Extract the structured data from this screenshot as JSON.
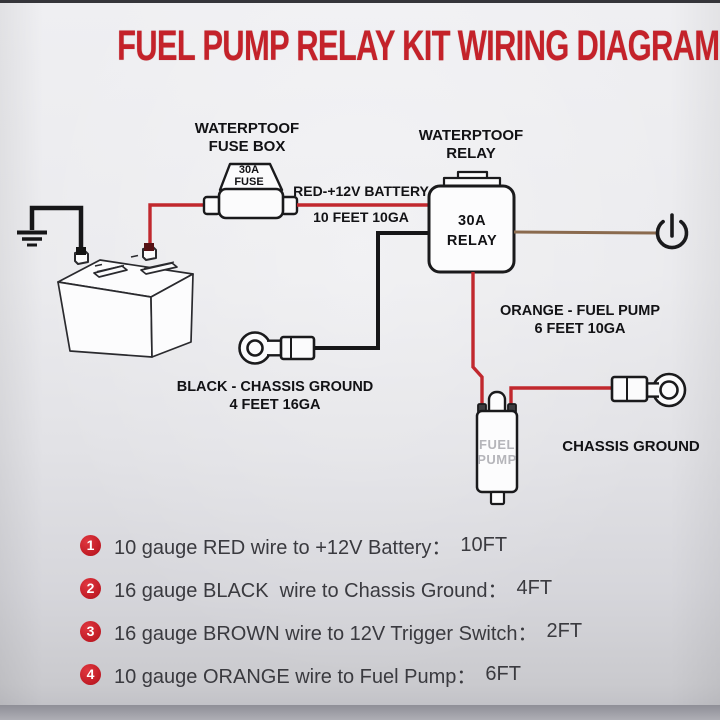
{
  "title": "FUEL PUMP RELAY KIT WIRING DIAGRAM",
  "colors": {
    "title_red": "#c4222a",
    "wire_red": "#c1282e",
    "wire_black": "#161618",
    "wire_brown": "#8a6a4e",
    "badge_red": "#c01b25"
  },
  "icons": {
    "ground": "⏚",
    "power_switch": "⏻",
    "ring_terminal": "◎"
  },
  "diagram": {
    "fuse_box_label_line1": "WATERPTOOF",
    "fuse_box_label_line2": "FUSE BOX",
    "fuse_text_line1": "30A",
    "fuse_text_line2": "FUSE",
    "battery_wire_label": "RED-+12V BATTERY",
    "battery_wire_length": "10 FEET 10GA",
    "relay_label_line1": "WATERPTOOF",
    "relay_label_line2": "RELAY",
    "relay_text_line1": "30A",
    "relay_text_line2": "RELAY",
    "pump_wire_label": "ORANGE - FUEL PUMP",
    "pump_wire_length": "6 FEET 10GA",
    "ground_wire_label": "BLACK - CHASSIS GROUND",
    "ground_wire_length": "4 FEET 16GA",
    "chassis_ground_label": "CHASSIS GROUND",
    "pump_text_line1": "FUEL",
    "pump_text_line2": "PUMP"
  },
  "legend": {
    "items": [
      {
        "number": "1",
        "label": "10 gauge RED wire to +12V Battery：",
        "value": "10FT"
      },
      {
        "number": "2",
        "label": "16 gauge BLACK  wire to Chassis Ground：",
        "value": "4FT"
      },
      {
        "number": "3",
        "label": "16 gauge BROWN wire to 12V Trigger Switch：",
        "value": "2FT"
      },
      {
        "number": "4",
        "label": "10 gauge ORANGE wire to Fuel Pump：",
        "value": "6FT"
      }
    ]
  }
}
